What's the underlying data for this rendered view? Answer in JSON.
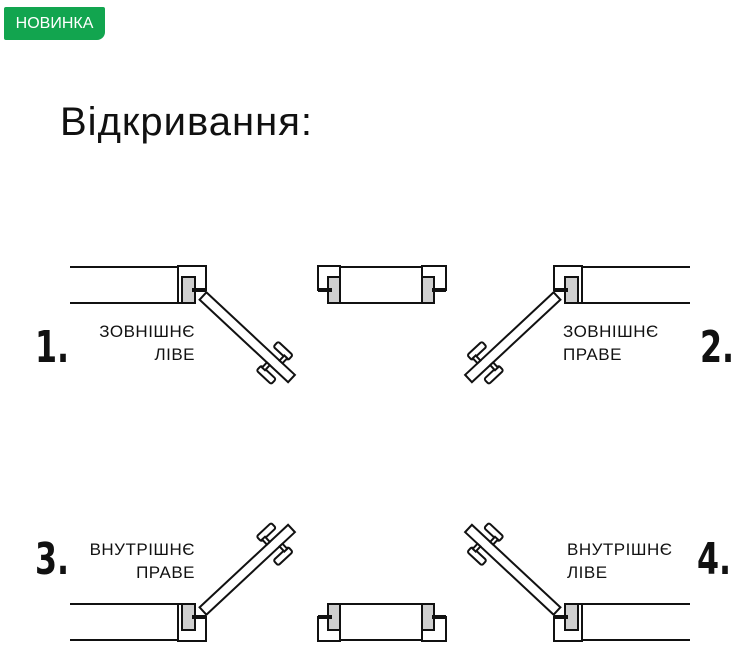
{
  "badge": "НОВИНКА",
  "title": "Відкривання:",
  "options": [
    {
      "number": "1.",
      "line1": "ЗОВНІШНЄ",
      "line2": "ЛІВЕ"
    },
    {
      "number": "2.",
      "line1": "ЗОВНІШНЄ",
      "line2": "ПРАВЕ"
    },
    {
      "number": "3.",
      "line1": "ВНУТРІШНЄ",
      "line2": "ПРАВЕ"
    },
    {
      "number": "4.",
      "line1": "ВНУТРІШНЄ",
      "line2": "ЛІВЕ"
    }
  ],
  "colors": {
    "badge": "#12a54f",
    "jamb": "#cfcfcf",
    "line": "#111111"
  }
}
